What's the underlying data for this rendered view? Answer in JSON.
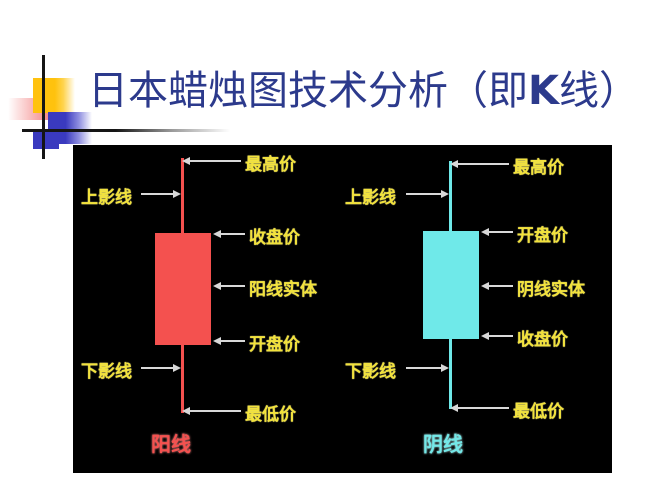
{
  "slide": {
    "title_prefix": "日本蜡烛图技术分析（即",
    "title_bold": "K",
    "title_suffix": "线）",
    "title_color": "#2C3A8C",
    "background": "#FFFFFF",
    "panel_background": "#000000"
  },
  "decoration": {
    "yellow_color": "#FFC20E",
    "blue_color": "#3A3ABF",
    "red_color": "#F05A5A",
    "line_color": "#151515"
  },
  "diagram": {
    "bullish": {
      "name": "阳线",
      "body_color": "#F4514F",
      "wick_color": "#F4514F",
      "labels": {
        "upper_shadow": "上影线",
        "high": "最高价",
        "close": "收盘价",
        "body": "阳线实体",
        "open": "开盘价",
        "lower_shadow": "下影线",
        "low": "最低价"
      }
    },
    "bearish": {
      "name": "阴线",
      "body_color": "#6FE9E9",
      "wick_color": "#6FE9E9",
      "labels": {
        "upper_shadow": "上影线",
        "high": "最高价",
        "open": "开盘价",
        "body": "阴线实体",
        "close": "收盘价",
        "lower_shadow": "下影线",
        "low": "最低价"
      }
    },
    "label_color": "#F2E23C",
    "arrow_color": "#D8D8D8"
  },
  "chart_data": {
    "type": "candlestick-annotated-diagram",
    "title": "日本蜡烛图技术分析（即K线）",
    "legend": [
      "阳线",
      "阴线"
    ],
    "series": [
      {
        "name": "阳线",
        "direction": "bullish",
        "color": "#F4514F",
        "annotations": [
          "上影线",
          "最高价",
          "收盘价",
          "阳线实体",
          "开盘价",
          "下影线",
          "最低价"
        ],
        "ordering_top_to_bottom": [
          "最高价",
          "收盘价",
          "阳线实体",
          "开盘价",
          "最低价"
        ]
      },
      {
        "name": "阴线",
        "direction": "bearish",
        "color": "#6FE9E9",
        "annotations": [
          "上影线",
          "最高价",
          "开盘价",
          "阴线实体",
          "收盘价",
          "下影线",
          "最低价"
        ],
        "ordering_top_to_bottom": [
          "最高价",
          "开盘价",
          "阴线实体",
          "收盘价",
          "最低价"
        ]
      }
    ]
  }
}
